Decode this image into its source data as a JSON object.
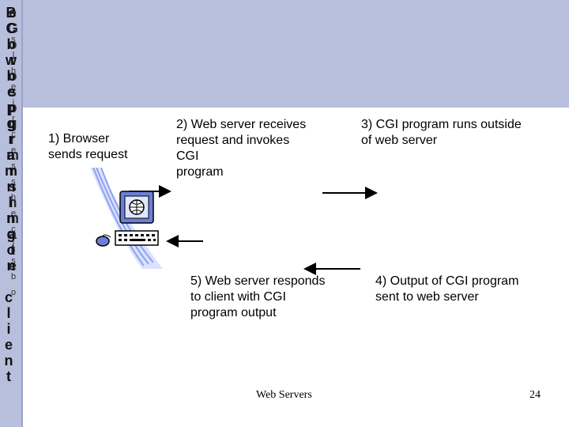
{
  "left_strip": {
    "letters_primary": [
      "B",
      "C",
      "b",
      "w",
      "b",
      "e",
      "p",
      "g",
      "r",
      "a",
      "m",
      "n",
      "i",
      "n",
      "g",
      "o",
      "n"
    ],
    "letters_secondary": [
      "e",
      "G",
      "o",
      "r",
      "o",
      "s",
      "p",
      "g",
      "r",
      "m",
      "r",
      "s",
      "h",
      "m",
      "a",
      "t",
      "e"
    ],
    "letters_small": [
      "s",
      "l",
      "h",
      "e",
      "i",
      "r",
      "c",
      "e",
      "s",
      "s",
      "h",
      "e",
      "c",
      "l",
      "s",
      "b",
      "o"
    ],
    "client_label": [
      "c",
      "l",
      "i",
      "e",
      "n",
      "t"
    ]
  },
  "steps": {
    "step1": "1) Browser\nsends request",
    "step2": "2) Web server receives\nrequest and invokes\nCGI\nprogram",
    "step3": "3) CGI program runs outside\nof web server",
    "step4": "4) Output of CGI program\nsent to web server",
    "step5": "5) Web server responds\nto client with CGI\nprogram output"
  },
  "footer": {
    "title": "Web Servers",
    "page_number": "24"
  },
  "colors": {
    "band": "#b8bfdc",
    "icon_monitor": "#6b7fd6",
    "icon_screen": "#dfe6ff"
  }
}
